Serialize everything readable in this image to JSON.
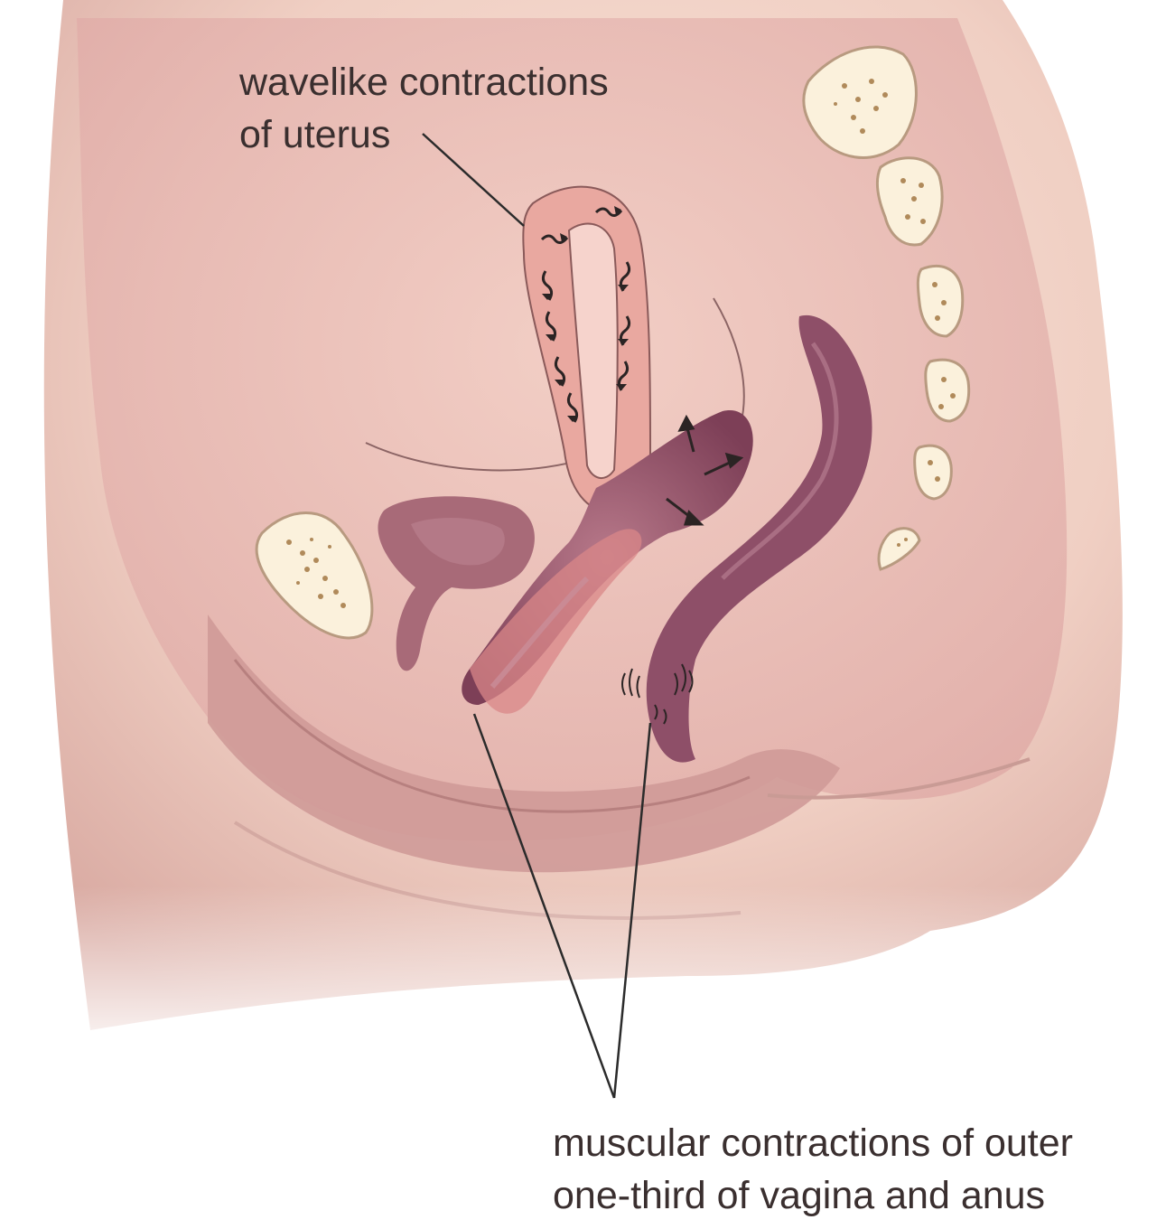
{
  "labels": {
    "uterus_line1": "wavelike contractions",
    "uterus_line2": "of uterus",
    "muscular_line1": "muscular contractions of outer",
    "muscular_line2": "one-third of vagina and anus"
  },
  "colors": {
    "skin": "#f2d2c6",
    "skin_shadow": "#c99b95",
    "cavity": "#e7b8b4",
    "tissue": "#a86a78",
    "tissue_dark": "#7d3f57",
    "uterus": "#e9a8a0",
    "bone": "#fbf1dc",
    "bone_spots": "#b08a5a",
    "leader_line": "#2b2b2b",
    "text": "#3a2f2f"
  }
}
